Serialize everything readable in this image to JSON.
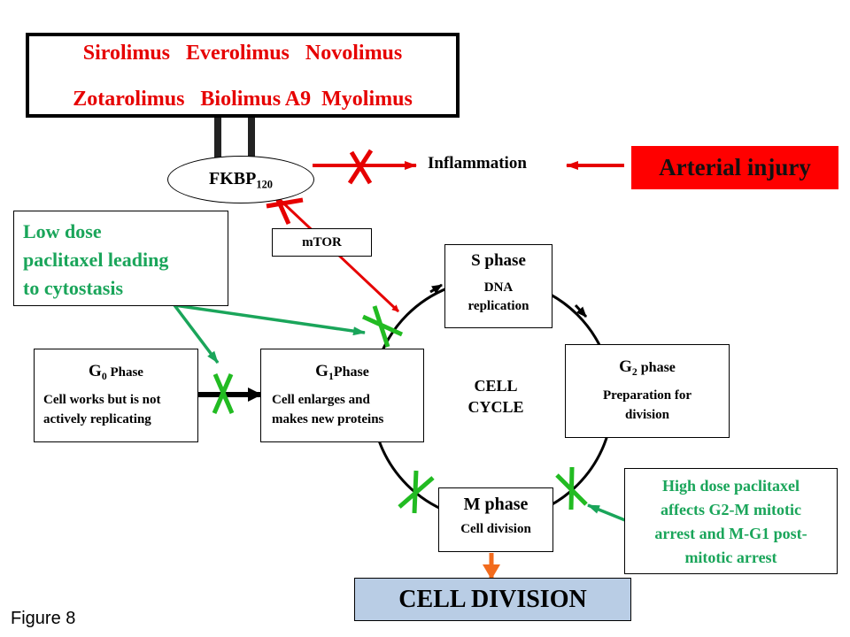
{
  "drugs": {
    "row1": "Sirolimus   Everolimus   Novolimus",
    "row2": "Zotarolimus   Biolimus A9  Myolimus"
  },
  "fkbp": {
    "label": "FKBP",
    "subscript": "120"
  },
  "mtor": {
    "label": "mTOR"
  },
  "inflammation": {
    "label": "Inflammation"
  },
  "arterial_injury": {
    "label": "Arterial injury"
  },
  "low_dose": {
    "lines": [
      "Low dose",
      "paclitaxel leading",
      "to cytostasis"
    ]
  },
  "g0": {
    "title": "G",
    "subscript": "0",
    "title_rest": " Phase",
    "desc": [
      "Cell works but is not",
      "actively replicating"
    ]
  },
  "g1": {
    "title": "G",
    "subscript": "1",
    "title_rest": "Phase",
    "desc": [
      "Cell enlarges and",
      "makes new proteins"
    ]
  },
  "s": {
    "title": "S phase",
    "desc": [
      "DNA",
      "replication"
    ]
  },
  "g2": {
    "title": "G",
    "subscript": "2",
    "title_rest": " phase",
    "desc": [
      "Preparation for",
      "division"
    ]
  },
  "m": {
    "title": "M phase",
    "desc": [
      "Cell division"
    ]
  },
  "cycle": {
    "lines": [
      "CELL",
      "CYCLE"
    ]
  },
  "high_dose": {
    "lines": [
      "High dose paclitaxel",
      "affects G2-M mitotic",
      "arrest and M-G1 post-",
      "mitotic arrest"
    ]
  },
  "cell_division": {
    "label": "CELL DIVISION"
  },
  "caption": {
    "label": "Figure 8"
  },
  "colors": {
    "red": "#e60000",
    "green_text": "#1aa55a",
    "green_x": "#22bb22",
    "orange": "#f26b1d",
    "division_bg": "#b9cde5"
  }
}
